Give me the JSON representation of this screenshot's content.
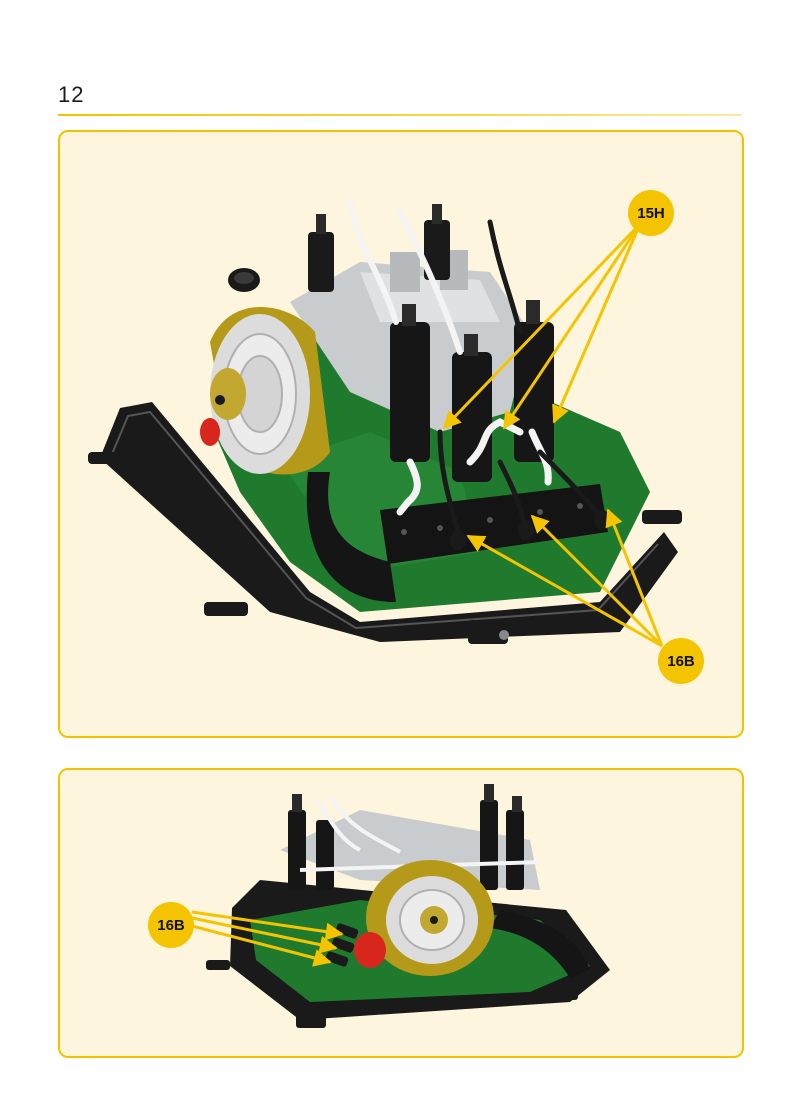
{
  "page": {
    "number": "12"
  },
  "steps": [
    {
      "callouts": [
        {
          "label": "15H",
          "target_count": 3
        },
        {
          "label": "16B",
          "target_count": 3
        }
      ]
    },
    {
      "callouts": [
        {
          "label": "16B",
          "target_count": 3
        }
      ]
    }
  ],
  "colors": {
    "accent": "#f5c400",
    "panel_background": "#fdf5dd",
    "engine_green": "#1f7a2e",
    "engine_black": "#151515",
    "fan_yellow": "#b59a1a",
    "metal_grey": "#c9ccce",
    "wire_white": "#f4f4f4",
    "cap_red": "#d9261c"
  }
}
